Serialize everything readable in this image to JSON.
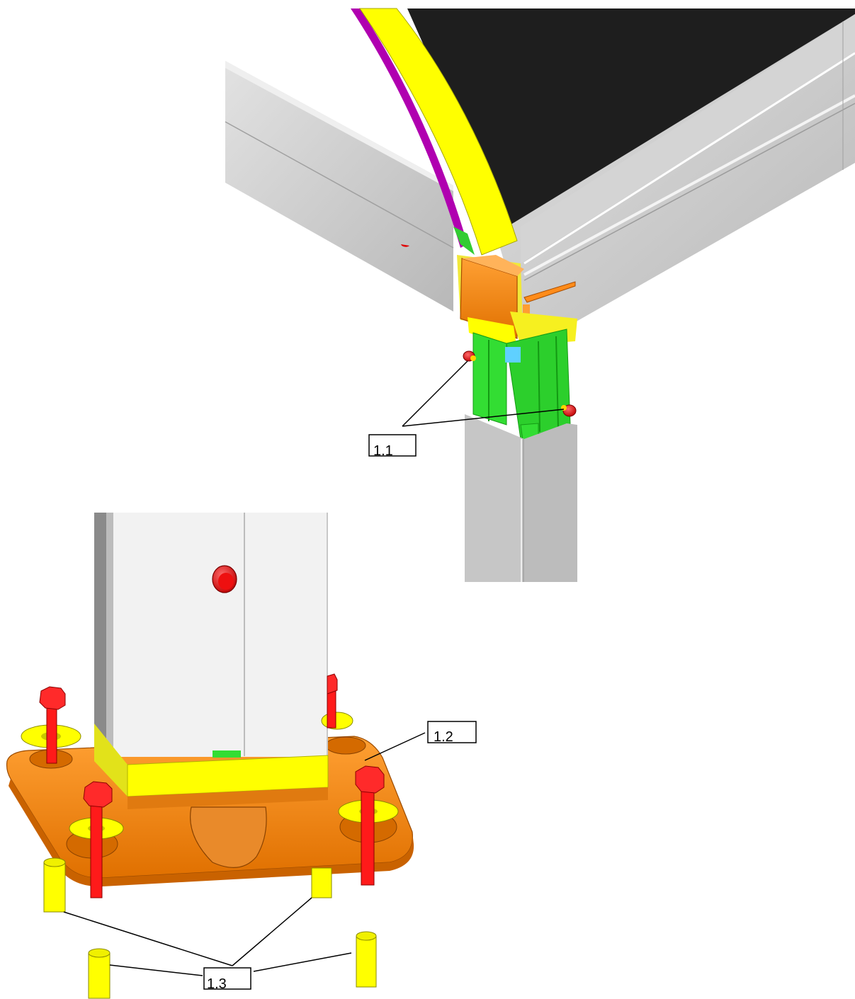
{
  "callouts": {
    "c11": "1.1",
    "c12": "1.2",
    "c13": "1.3"
  },
  "colors": {
    "frame_gray": "#c8c8c8",
    "frame_light": "#dcdcdc",
    "frame_dark": "#9a9a9a",
    "yellow": "#ffff00",
    "black_panel": "#1e1e1e",
    "orange": "#ff8c1a",
    "green": "#33dd33",
    "red": "#ff1a1a",
    "purple": "#b000b0"
  }
}
